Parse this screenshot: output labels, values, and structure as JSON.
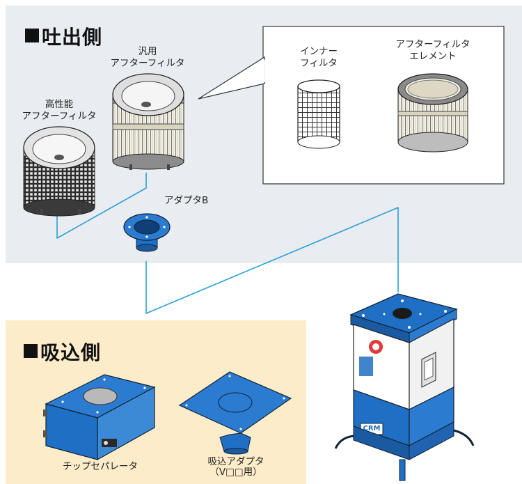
{
  "discharge": {
    "title": "吐出側",
    "general_filter": {
      "line1": "汎用",
      "line2": "アフターフィルタ"
    },
    "hp_filter": {
      "line1": "高性能",
      "line2": "アフターフィルタ"
    },
    "adapter_b": "アダプタB",
    "detail": {
      "inner": {
        "line1": "インナー",
        "line2": "フィルタ"
      },
      "element": {
        "line1": "アフターフィルタ",
        "line2": "エレメント"
      }
    }
  },
  "intake": {
    "title": "吸込側",
    "chip_separator": "チップセパレータ",
    "suction_adapter": {
      "line1": "吸込アダプタ",
      "line2": "（V□□用）"
    }
  },
  "colors": {
    "discharge_bg": "#e9edf1",
    "intake_bg": "#fcecc9",
    "blue": "#1f6fc4",
    "connector": "#2a9fd8"
  },
  "dust_collector": {
    "brand_text": "CRM"
  }
}
